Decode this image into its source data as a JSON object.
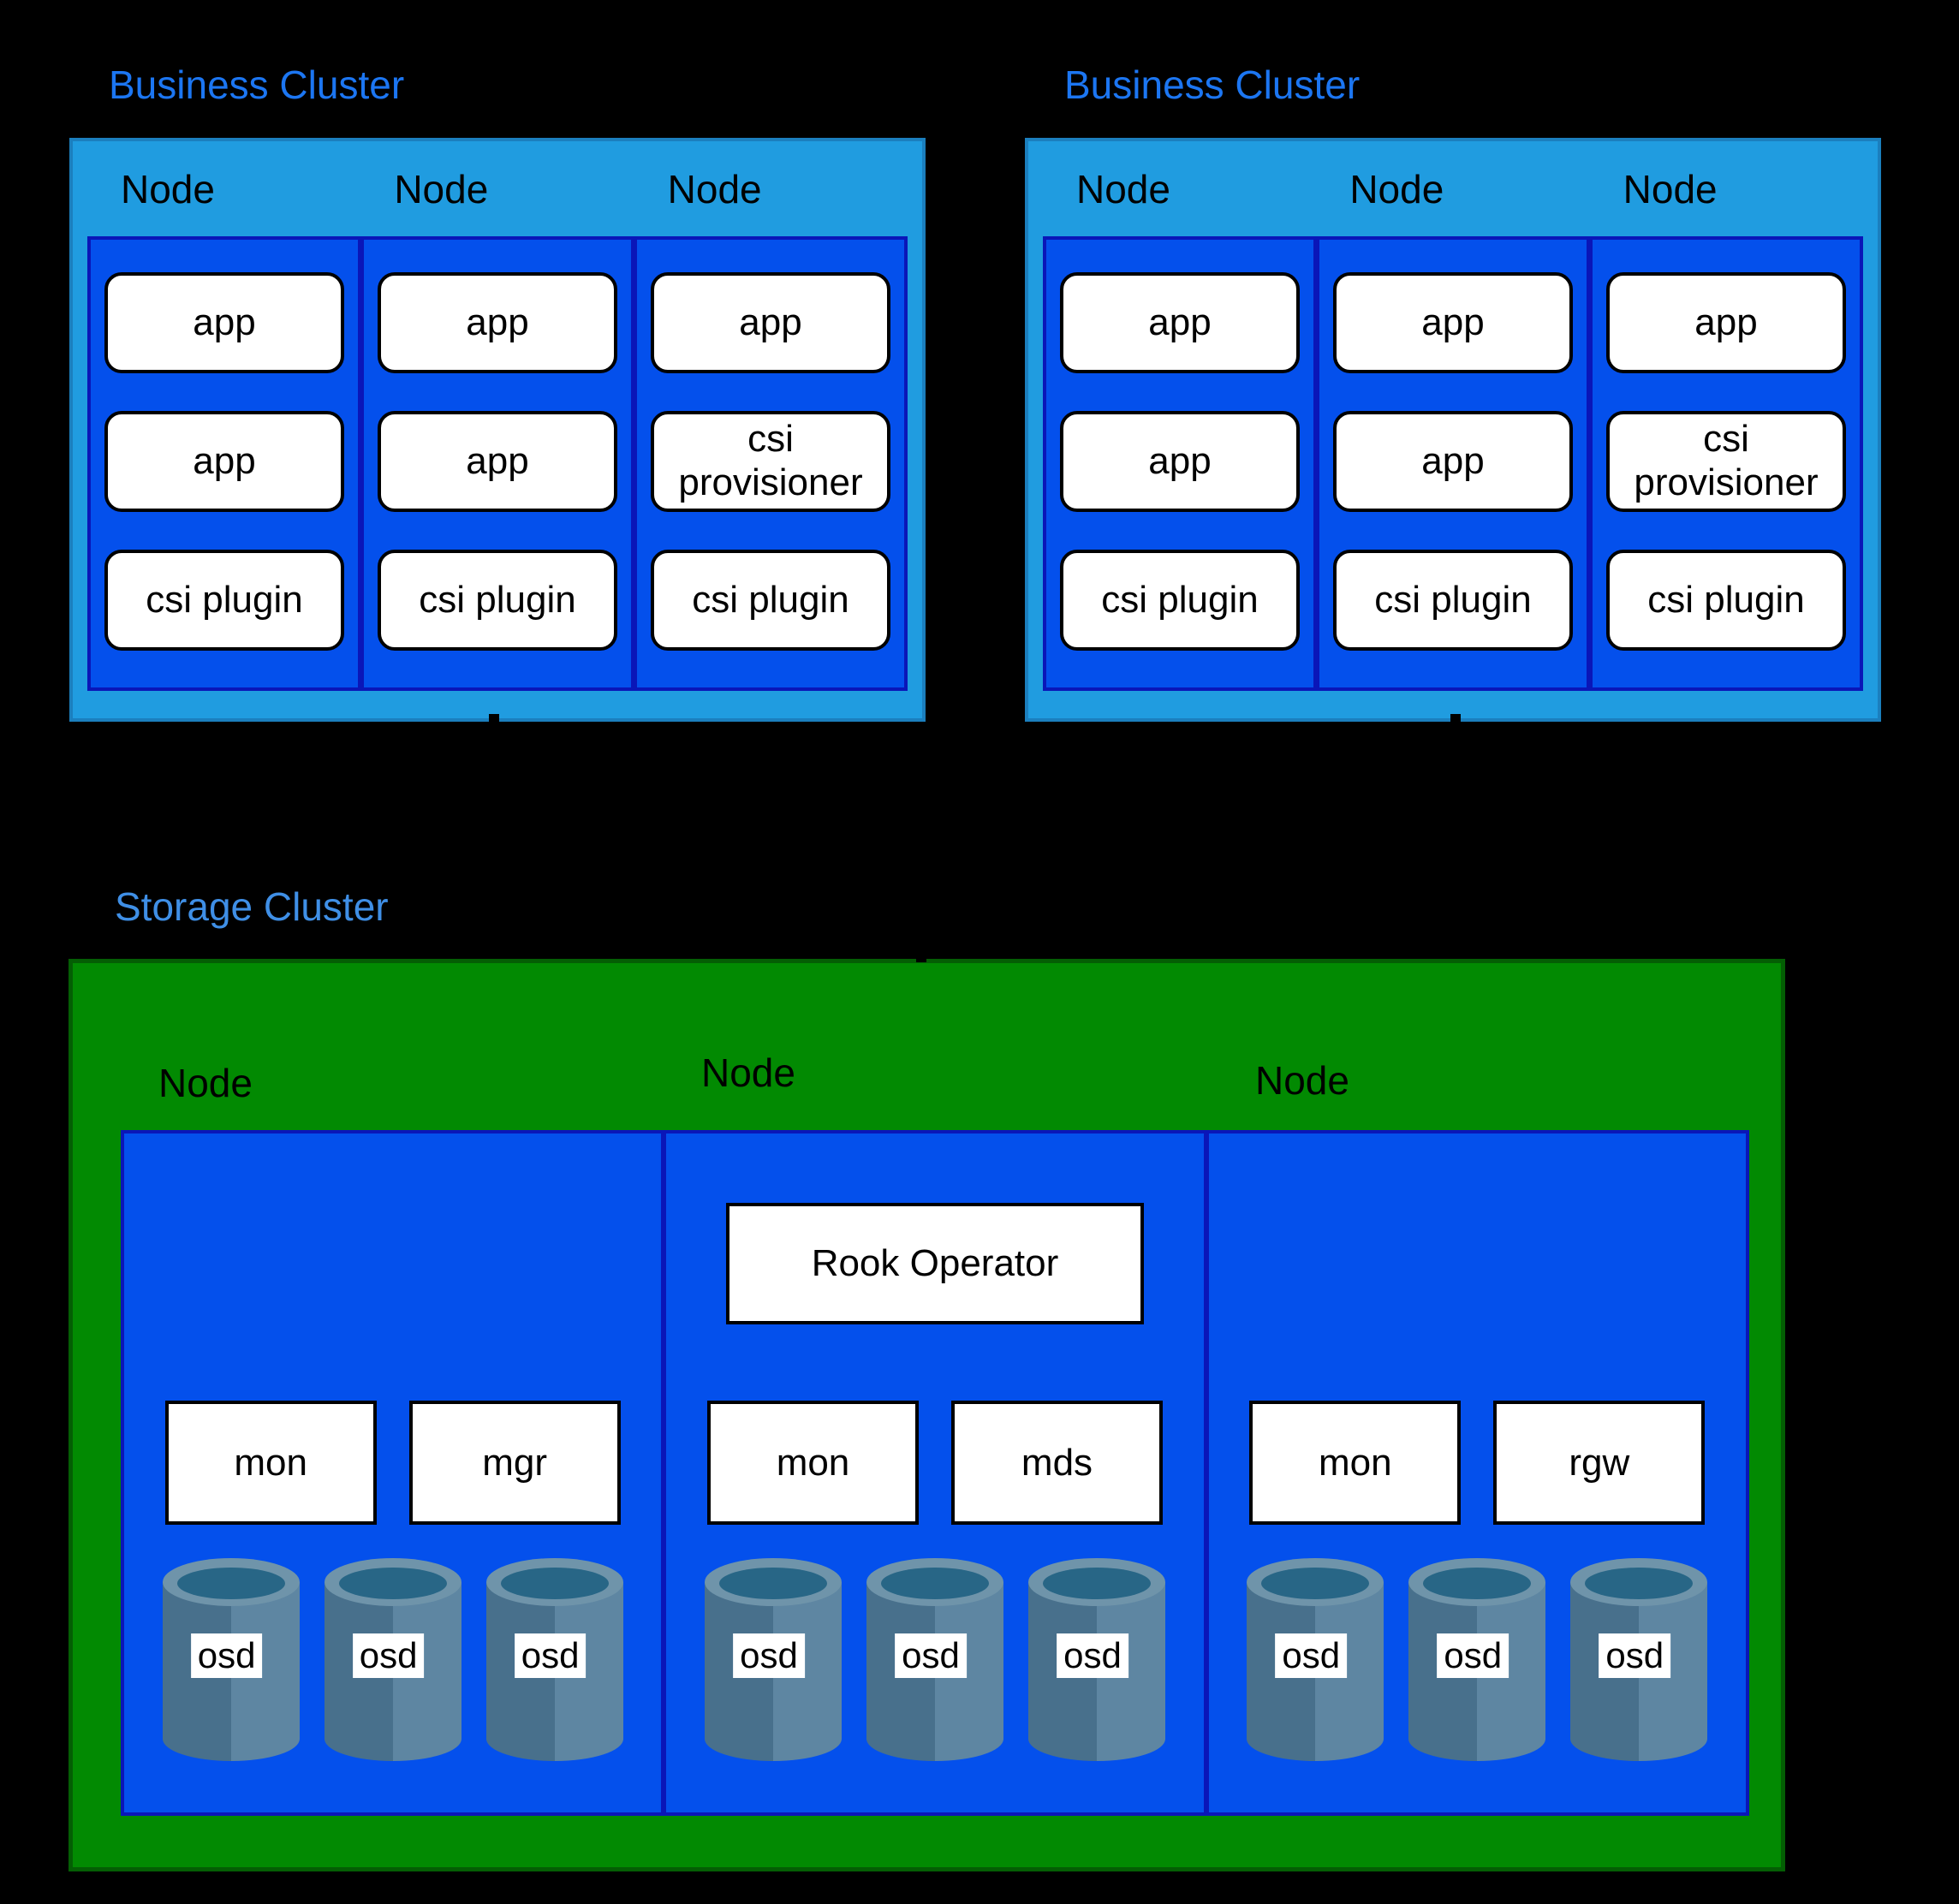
{
  "colors": {
    "background": "#000000",
    "business_title": "#1c76f2",
    "storage_title": "#3f8fe6",
    "cluster_fill": "#209ce0",
    "cluster_border": "#1b7fbe",
    "node_column_fill": "#0450ec",
    "node_column_border": "#0a16b8",
    "storage_fill": "#028a02",
    "storage_border": "#045e04",
    "pod_fill": "#ffffff",
    "pod_border": "#000000",
    "cylinder_dark": "#48708c",
    "cylinder_light": "#5e86a2",
    "cylinder_rim": "#6f94aa",
    "cylinder_opening": "#286686"
  },
  "business_clusters": [
    {
      "title": "Business Cluster",
      "nodes": [
        {
          "label": "Node",
          "pods": [
            "app",
            "app",
            "csi plugin"
          ]
        },
        {
          "label": "Node",
          "pods": [
            "app",
            "app",
            "csi plugin"
          ]
        },
        {
          "label": "Node",
          "pods": [
            "app",
            "csi provisioner",
            "csi plugin"
          ]
        }
      ]
    },
    {
      "title": "Business Cluster",
      "nodes": [
        {
          "label": "Node",
          "pods": [
            "app",
            "app",
            "csi plugin"
          ]
        },
        {
          "label": "Node",
          "pods": [
            "app",
            "app",
            "csi plugin"
          ]
        },
        {
          "label": "Node",
          "pods": [
            "app",
            "csi provisioner",
            "csi plugin"
          ]
        }
      ]
    }
  ],
  "storage_cluster": {
    "title": "Storage Cluster",
    "nodes": [
      {
        "label": "Node",
        "services": [
          "mon",
          "mgr"
        ],
        "osds": [
          "osd",
          "osd",
          "osd"
        ]
      },
      {
        "label": "Node",
        "operator": "Rook Operator",
        "services": [
          "mon",
          "mds"
        ],
        "osds": [
          "osd",
          "osd",
          "osd"
        ]
      },
      {
        "label": "Node",
        "services": [
          "mon",
          "rgw"
        ],
        "osds": [
          "osd",
          "osd",
          "osd"
        ]
      }
    ]
  }
}
